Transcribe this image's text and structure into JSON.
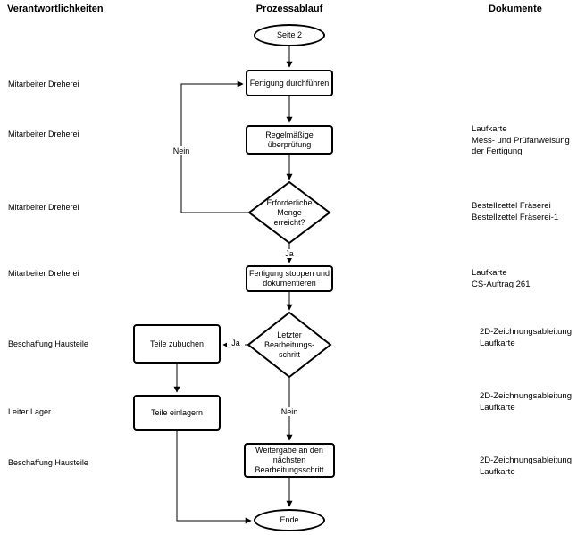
{
  "headers": {
    "responsibilities": "Verantwortlichkeiten",
    "process": "Prozessablauf",
    "documents": "Dokumente"
  },
  "nodes": {
    "start": "Seite 2",
    "produce": "Fertigung durchführen",
    "check": "Regelmäßige\nüberprüfung",
    "quantity_decision": "Erforderliche\nMenge\nerreicht?",
    "stop_document": "Fertigung stoppen und\ndokumentieren",
    "last_step_decision": "Letzter\nBearbeitungs-\nschritt",
    "book_parts": "Teile zubuchen",
    "store_parts": "Teile einlagern",
    "handover": "Weitergabe an den\nnächsten\nBearbeitungsschritt",
    "end": "Ende"
  },
  "edge_labels": {
    "nein_loop": "Nein",
    "ja_down": "Ja",
    "ja_left": "Ja",
    "nein_down": "Nein"
  },
  "responsibilities": [
    "Mitarbeiter Dreherei",
    "Mitarbeiter Dreherei",
    "Mitarbeiter Dreherei",
    "Mitarbeiter Dreherei",
    "Beschaffung Hausteile",
    "Leiter Lager",
    "Beschaffung Hausteile"
  ],
  "documents": [
    "Laufkarte\nMess- und Prüfanweisung\nder Fertigung",
    "Bestellzettel Fräserei\nBestellzettel Fräserei-1",
    "Laufkarte\nCS-Auftrag 261",
    "2D-Zeichnungsableitung\nLaufkarte",
    "2D-Zeichnungsableitung\nLaufkarte",
    "2D-Zeichnungsableitung\nLaufkarte"
  ],
  "colors": {
    "line": "#000000",
    "background": "#ffffff"
  }
}
